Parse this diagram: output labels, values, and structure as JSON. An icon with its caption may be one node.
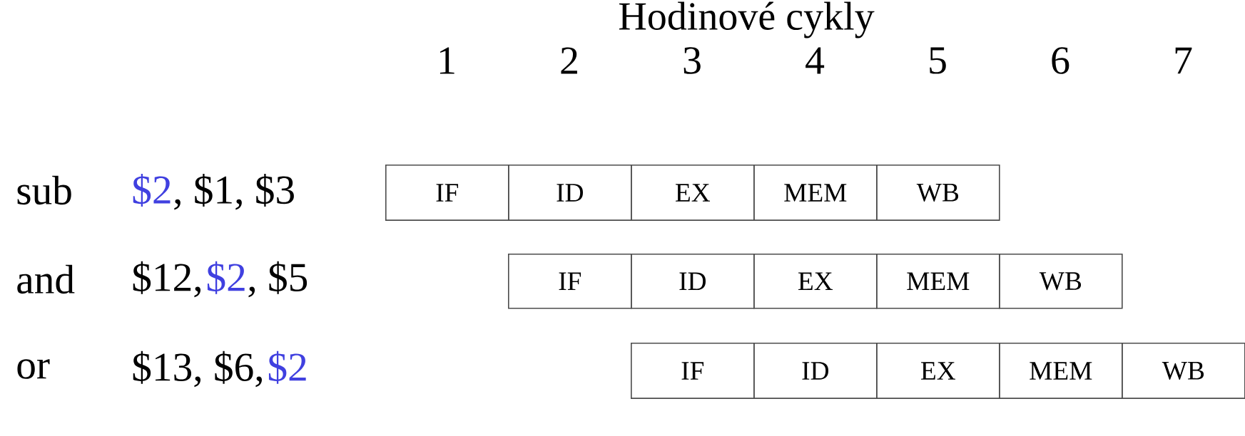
{
  "diagram": {
    "nodes": [
      {
        "text": [
          "IF"
        ]
      },
      {
        "text": [
          "ID"
        ]
      },
      {
        "text": [
          "EX"
        ]
      },
      {
        "text": [
          "MEM"
        ]
      },
      {
        "text": [
          "WB"
        ]
      },
      {
        "text": [
          "IF"
        ]
      },
      {
        "text": [
          "ID"
        ]
      },
      {
        "text": [
          "EX"
        ]
      },
      {
        "text": [
          "MEM"
        ]
      },
      {
        "text": [
          "WB"
        ]
      },
      {
        "text": [
          "IF"
        ]
      },
      {
        "text": [
          "ID"
        ]
      },
      {
        "text": [
          "EX"
        ]
      },
      {
        "text": [
          "MEM"
        ]
      },
      {
        "text": [
          "WB"
        ]
      }
    ],
    "labels": [
      "Hodinové cykly",
      "1",
      "2",
      "3",
      "4",
      "5",
      "6",
      "7",
      "sub",
      "$2",
      ", $1, $3",
      "and",
      "$12,",
      "$2",
      ", $5",
      "or",
      "$13, $6,",
      "$2"
    ]
  }
}
